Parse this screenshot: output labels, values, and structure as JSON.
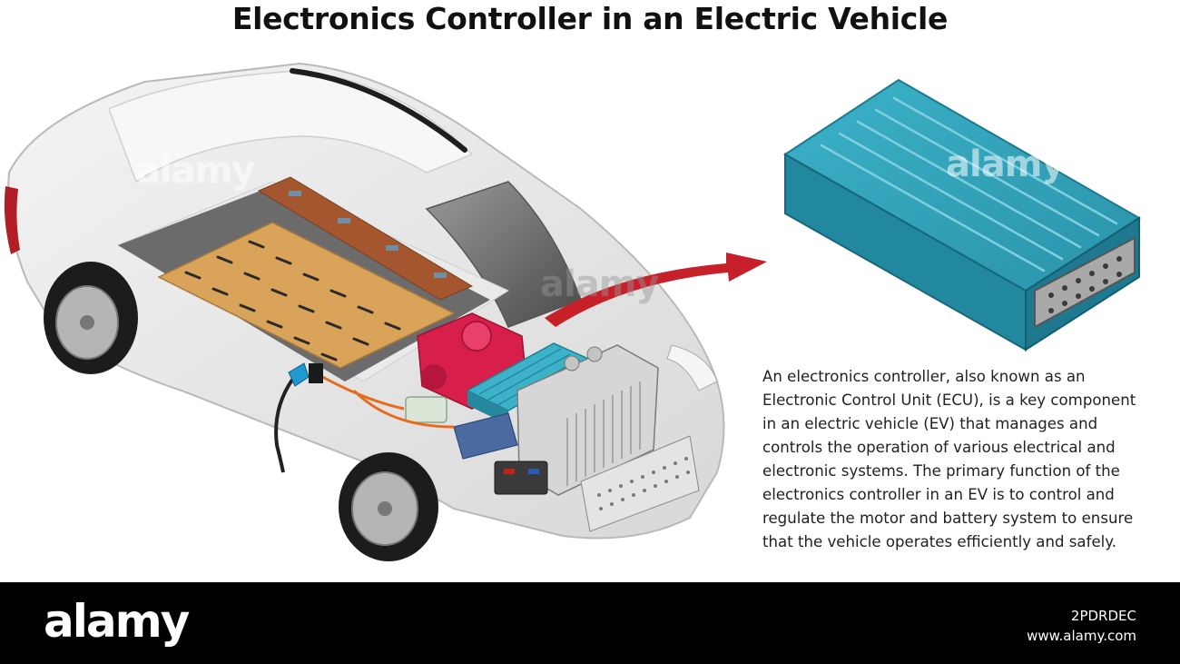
{
  "title": "Electronics Controller in an Electric Vehicle",
  "description_lines": [
    "An electronics controller, also known as an",
    "Electronic Control Unit (ECU), is a key component",
    "in an electric vehicle (EV) that manages and",
    "controls the operation of various electrical and",
    "electronic systems. The primary function of the",
    "electronics controller in an EV is to control and",
    "regulate the motor and battery system to ensure",
    "that the vehicle operates efficiently and safely."
  ],
  "watermark": "alamy",
  "footer": {
    "logo": "alamy",
    "image_id": "2PDRDEC",
    "site": "www.alamy.com"
  },
  "colors": {
    "ecu_teal": "#2a9db5",
    "arrow_red": "#c8202a",
    "battery_tan": "#d9a35a",
    "motor_red": "#d81e4a"
  }
}
